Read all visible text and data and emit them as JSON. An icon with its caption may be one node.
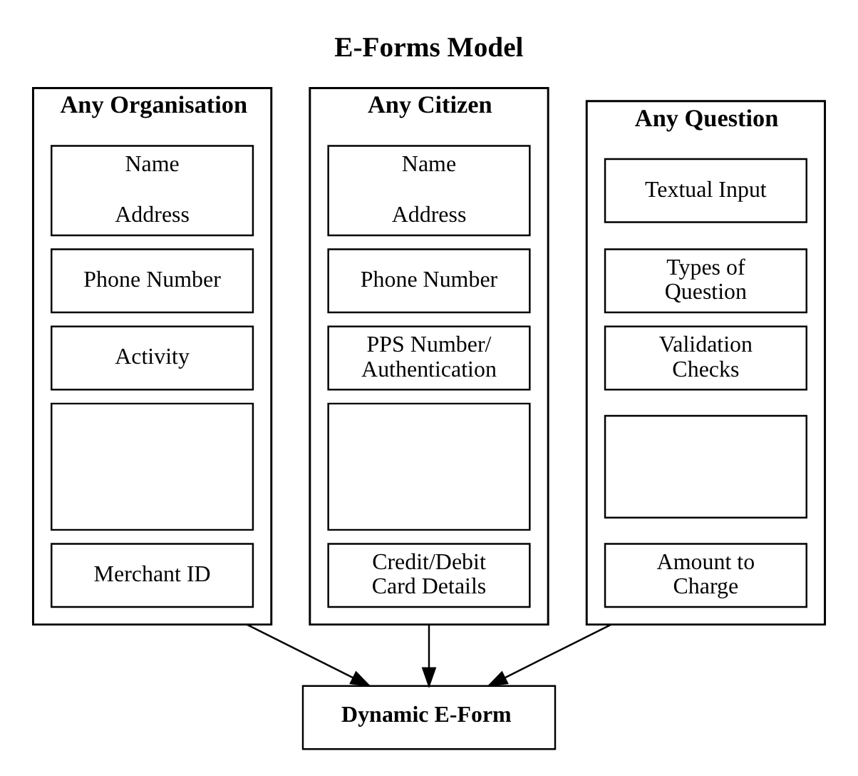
{
  "diagram": {
    "title": "E-Forms Model",
    "nodes": [
      {
        "text": [
          "Any Organisation"
        ]
      },
      {
        "text": [
          "Name",
          "Address"
        ],
        "in": 0
      },
      {
        "text": [
          "Phone Number"
        ],
        "in": 0
      },
      {
        "text": [
          "Activity"
        ],
        "in": 0
      },
      {
        "text": [],
        "shape": "box",
        "in": 0
      },
      {
        "text": [
          "Merchant ID"
        ],
        "in": 0
      },
      {
        "text": [
          "Any Citizen"
        ]
      },
      {
        "text": [
          "Name",
          "Address"
        ],
        "in": 6
      },
      {
        "text": [
          "Phone Number"
        ],
        "in": 6
      },
      {
        "text": [
          "PPS Number/ Authentication"
        ],
        "in": 6
      },
      {
        "text": [],
        "shape": "box",
        "in": 6
      },
      {
        "text": [
          "Credit/Debit Card Details"
        ],
        "in": 6
      },
      {
        "text": [
          "Any Question"
        ]
      },
      {
        "text": [
          "Textual Input"
        ],
        "in": 12
      },
      {
        "text": [
          "Types of Question"
        ],
        "in": 12
      },
      {
        "text": [
          "Validation Checks"
        ],
        "in": 12
      },
      {
        "text": [],
        "shape": "box",
        "in": 12
      },
      {
        "text": [
          "Amount to Charge"
        ],
        "in": 12
      },
      {
        "text": [
          "Dynamic E-Form"
        ]
      }
    ],
    "edges": [
      {
        "from": 0,
        "to": 18,
        "arrow": "to"
      },
      {
        "from": 6,
        "to": 18,
        "arrow": "to"
      },
      {
        "from": 12,
        "to": 18,
        "arrow": "to"
      }
    ]
  }
}
